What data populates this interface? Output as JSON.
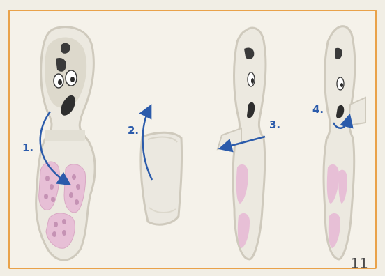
{
  "steps": [
    {
      "label": "1."
    },
    {
      "label": "2."
    },
    {
      "label": "3."
    },
    {
      "label": "4."
    }
  ],
  "page_number": "11",
  "colors": {
    "frame": "#e9a24a",
    "arrow": "#2b5bab",
    "card": "#e9e7df",
    "pink": "#e7bfd6"
  }
}
